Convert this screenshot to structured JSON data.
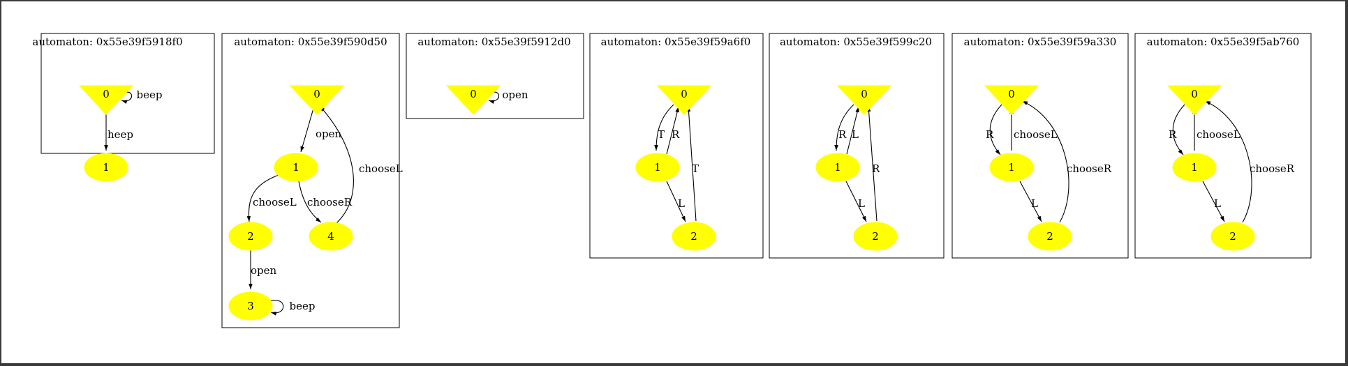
{
  "colors": {
    "node_fill": "#ffff00",
    "stroke": "#000000",
    "background": "#ffffff",
    "window_border": "#3a3a3a"
  },
  "automata": [
    {
      "title": "automaton: 0x55e39f5918f0",
      "nodes": [
        {
          "id": "0",
          "label": "0",
          "shape": "triangle-down"
        },
        {
          "id": "1",
          "label": "1",
          "shape": "ellipse"
        }
      ],
      "edges": [
        {
          "from": "0",
          "to": "0",
          "label": "beep"
        },
        {
          "from": "0",
          "to": "1",
          "label": "heep"
        }
      ]
    },
    {
      "title": "automaton: 0x55e39f590d50",
      "nodes": [
        {
          "id": "0",
          "label": "0",
          "shape": "triangle-down"
        },
        {
          "id": "1",
          "label": "1",
          "shape": "ellipse"
        },
        {
          "id": "2",
          "label": "2",
          "shape": "ellipse"
        },
        {
          "id": "4",
          "label": "4",
          "shape": "ellipse"
        },
        {
          "id": "3",
          "label": "3",
          "shape": "ellipse"
        }
      ],
      "edges": [
        {
          "from": "0",
          "to": "1",
          "label": "open"
        },
        {
          "from": "1",
          "to": "2",
          "label": "chooseL"
        },
        {
          "from": "1",
          "to": "4",
          "label": "chooseR"
        },
        {
          "from": "4",
          "to": "0",
          "label": "chooseL"
        },
        {
          "from": "2",
          "to": "3",
          "label": "open"
        },
        {
          "from": "3",
          "to": "3",
          "label": "beep"
        }
      ]
    },
    {
      "title": "automaton: 0x55e39f5912d0",
      "nodes": [
        {
          "id": "0",
          "label": "0",
          "shape": "triangle-down"
        }
      ],
      "edges": [
        {
          "from": "0",
          "to": "0",
          "label": "open"
        }
      ]
    },
    {
      "title": "automaton: 0x55e39f59a6f0",
      "nodes": [
        {
          "id": "0",
          "label": "0",
          "shape": "triangle-down"
        },
        {
          "id": "1",
          "label": "1",
          "shape": "ellipse"
        },
        {
          "id": "2",
          "label": "2",
          "shape": "ellipse"
        }
      ],
      "edges": [
        {
          "from": "0",
          "to": "1",
          "label": "T"
        },
        {
          "from": "1",
          "to": "0",
          "label": "R"
        },
        {
          "from": "1",
          "to": "2",
          "label": "L"
        },
        {
          "from": "2",
          "to": "0",
          "label": "T"
        }
      ]
    },
    {
      "title": "automaton: 0x55e39f599c20",
      "nodes": [
        {
          "id": "0",
          "label": "0",
          "shape": "triangle-down"
        },
        {
          "id": "1",
          "label": "1",
          "shape": "ellipse"
        },
        {
          "id": "2",
          "label": "2",
          "shape": "ellipse"
        }
      ],
      "edges": [
        {
          "from": "0",
          "to": "1",
          "label": "R"
        },
        {
          "from": "1",
          "to": "0",
          "label": "L"
        },
        {
          "from": "1",
          "to": "2",
          "label": "L"
        },
        {
          "from": "2",
          "to": "0",
          "label": "R"
        }
      ]
    },
    {
      "title": "automaton: 0x55e39f59a330",
      "nodes": [
        {
          "id": "0",
          "label": "0",
          "shape": "triangle-down"
        },
        {
          "id": "1",
          "label": "1",
          "shape": "ellipse"
        },
        {
          "id": "2",
          "label": "2",
          "shape": "ellipse"
        }
      ],
      "edges": [
        {
          "from": "0",
          "to": "1",
          "label": "R"
        },
        {
          "from": "1",
          "to": "0",
          "label": "chooseL"
        },
        {
          "from": "1",
          "to": "2",
          "label": "L"
        },
        {
          "from": "2",
          "to": "0",
          "label": "chooseR"
        }
      ]
    },
    {
      "title": "automaton: 0x55e39f5ab760",
      "nodes": [
        {
          "id": "0",
          "label": "0",
          "shape": "triangle-down"
        },
        {
          "id": "1",
          "label": "1",
          "shape": "ellipse"
        },
        {
          "id": "2",
          "label": "2",
          "shape": "ellipse"
        }
      ],
      "edges": [
        {
          "from": "0",
          "to": "1",
          "label": "R"
        },
        {
          "from": "1",
          "to": "0",
          "label": "chooseL"
        },
        {
          "from": "1",
          "to": "2",
          "label": "L"
        },
        {
          "from": "2",
          "to": "0",
          "label": "chooseR"
        }
      ]
    }
  ]
}
